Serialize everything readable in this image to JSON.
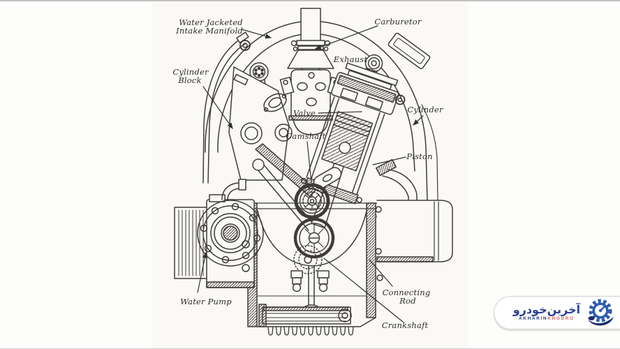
{
  "diagram": {
    "labels": {
      "water_jacketed_1": "Water Jacketed",
      "water_jacketed_2": "Intake Manifold",
      "carburetor": "Carburetor",
      "exhaust": "Exhaust",
      "cylinder_block_1": "Cylinder",
      "cylinder_block_2": "Block",
      "valve": "Valve",
      "camshaft": "Camshaft",
      "cylinder": "Cylinder",
      "piston": "Piston",
      "water_pump": "Water Pump",
      "connecting_rod_1": "Connecting",
      "connecting_rod_2": "Rod",
      "crankshaft": "Crankshaft"
    },
    "colors": {
      "ink": "#3e3c38",
      "paper": "#faf9f6"
    }
  },
  "watermark": {
    "brand_fa": "آخرین‌خودرو",
    "brand_en_1": "AKHARIN",
    "brand_en_2": "KHODRO",
    "icon": "gear-speedometer-icon",
    "colors": {
      "navy": "#27357e",
      "blue": "#2d5cb0",
      "red": "#d4645c"
    }
  }
}
